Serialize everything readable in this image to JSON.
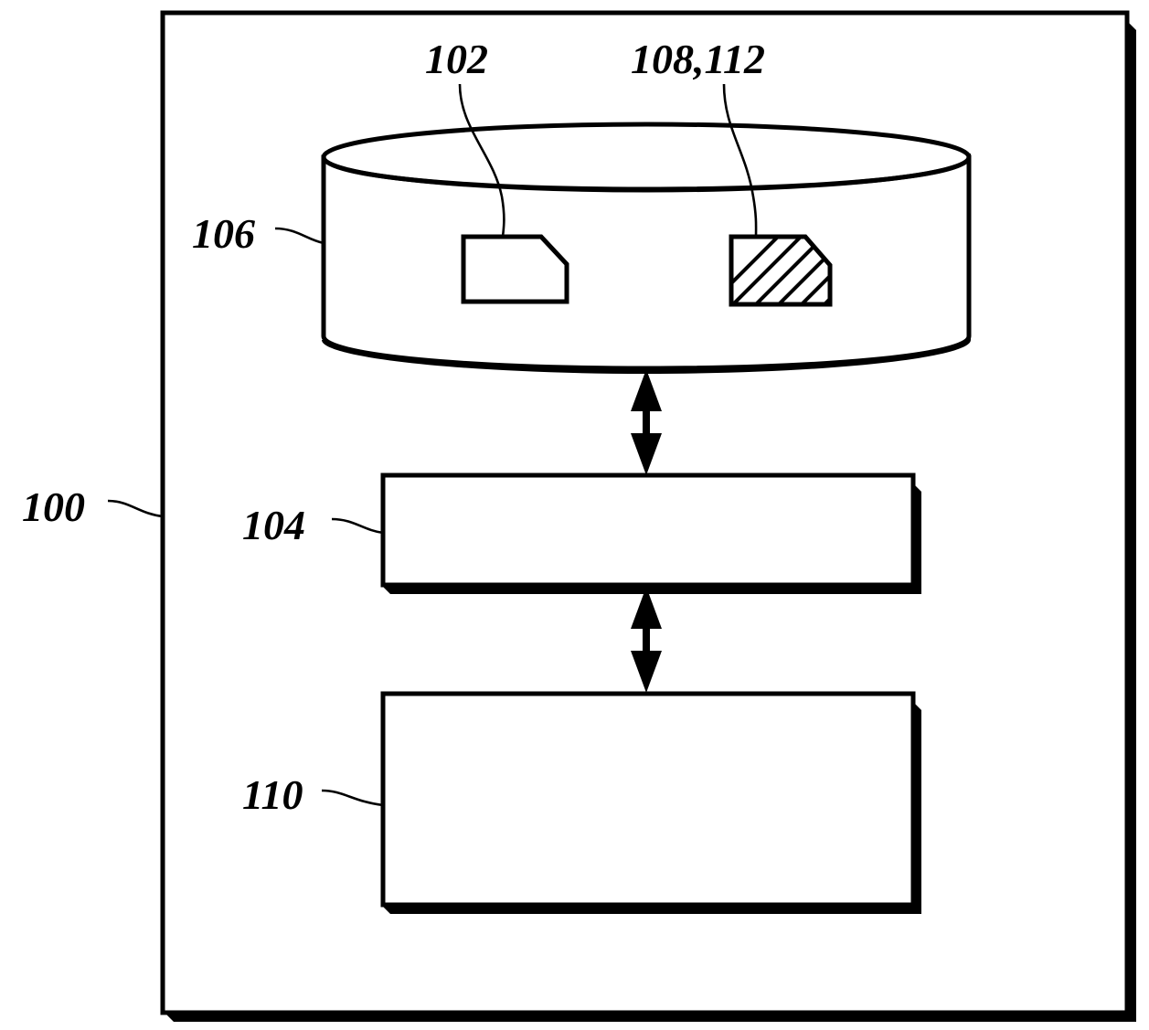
{
  "figure": {
    "type": "patent-figure",
    "background_color": "#ffffff",
    "line_color": "#000000",
    "outer_frame": {
      "name": "system-boundary",
      "label": "100"
    },
    "elements": [
      {
        "id": "cylinder",
        "label": "106",
        "shape": "cylinder",
        "description": "data store / database cylinder"
      },
      {
        "id": "document",
        "label": "102",
        "shape": "document-plain",
        "description": "plain document inside data store"
      },
      {
        "id": "document-hatched",
        "label": "108,112",
        "shape": "document-hatched",
        "description": "hatched document inside data store"
      },
      {
        "id": "box-middle",
        "label": "104",
        "shape": "rectangle",
        "description": "middle processing block"
      },
      {
        "id": "box-bottom",
        "label": "110",
        "shape": "rectangle",
        "description": "bottom block"
      }
    ],
    "connectors": [
      {
        "id": "arrow-cylinder-to-104",
        "style": "double-headed",
        "from": "106",
        "to": "104"
      },
      {
        "id": "arrow-104-to-110",
        "style": "double-headed",
        "from": "104",
        "to": "110"
      }
    ],
    "labels": {
      "l100": "100",
      "l102": "102",
      "l104": "104",
      "l106": "106",
      "l108_112": "108,112",
      "l110": "110"
    }
  }
}
